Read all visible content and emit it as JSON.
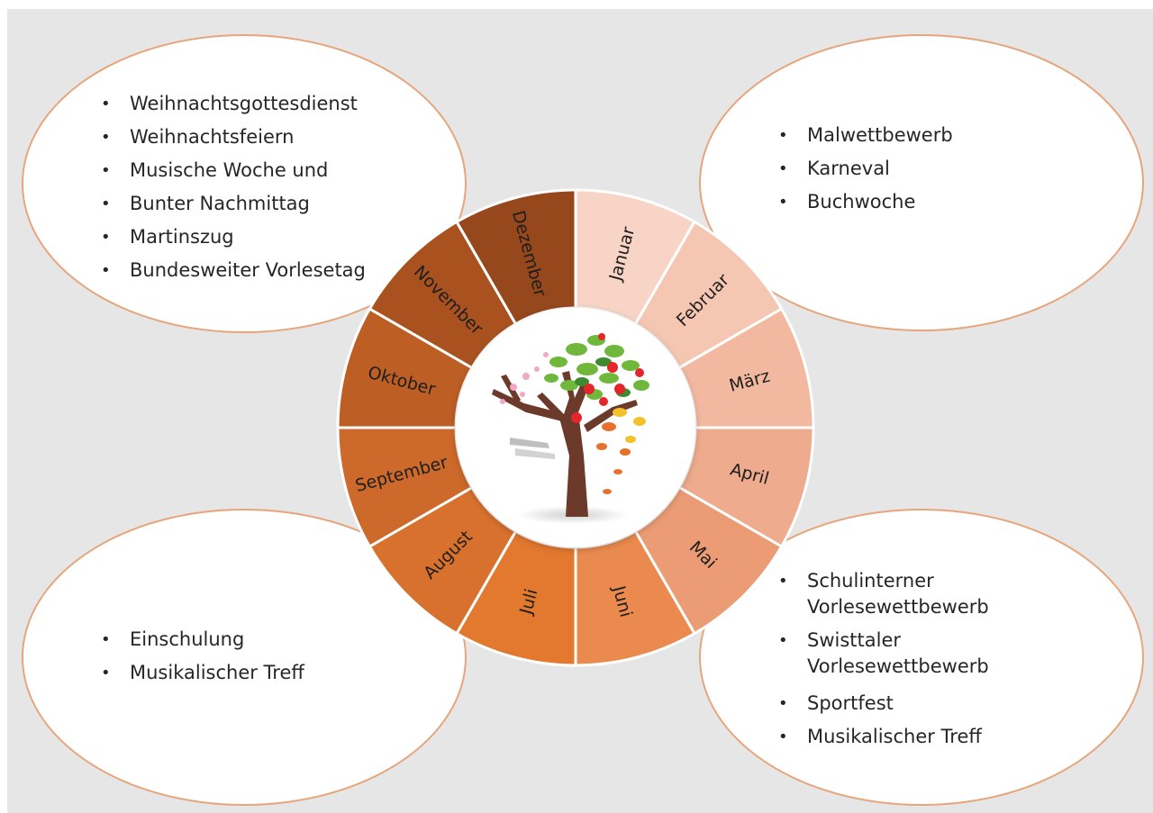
{
  "months": [
    {
      "label": "Januar",
      "color": "#f7d4c6"
    },
    {
      "label": "Februar",
      "color": "#f5c7b2"
    },
    {
      "label": "März",
      "color": "#f2b9a0"
    },
    {
      "label": "April",
      "color": "#efab8d"
    },
    {
      "label": "Mai",
      "color": "#ec9c74"
    },
    {
      "label": "Juni",
      "color": "#ea8a4e"
    },
    {
      "label": "Juli",
      "color": "#e3782f"
    },
    {
      "label": "August",
      "color": "#d8712d"
    },
    {
      "label": "September",
      "color": "#cc692b"
    },
    {
      "label": "Oktober",
      "color": "#bd5e25"
    },
    {
      "label": "November",
      "color": "#a9521f"
    },
    {
      "label": "Dezember",
      "color": "#96481c"
    }
  ],
  "bubbles": {
    "top_left": [
      "Weihnachtsgottesdienst",
      "Weihnachtsfeiern",
      "Musische Woche und",
      "Bunter Nachmittag",
      "Martinszug",
      "Bundesweiter Vorlesetag"
    ],
    "top_right": [
      "Malwettbewerb",
      "Karneval",
      "Buchwoche"
    ],
    "bottom_left": [
      "Einschulung",
      "Musikalischer Treff"
    ],
    "bottom_right": [
      "Schulinterner Vorlesewettbewerb",
      "Swisttaler Vorlesewettbewerb",
      "Sportfest",
      "Musikalischer Treff"
    ]
  },
  "colors": {
    "background": "#e6e6e6",
    "bubble_border": "#e6a57a",
    "segment_border": "#ffffff"
  }
}
